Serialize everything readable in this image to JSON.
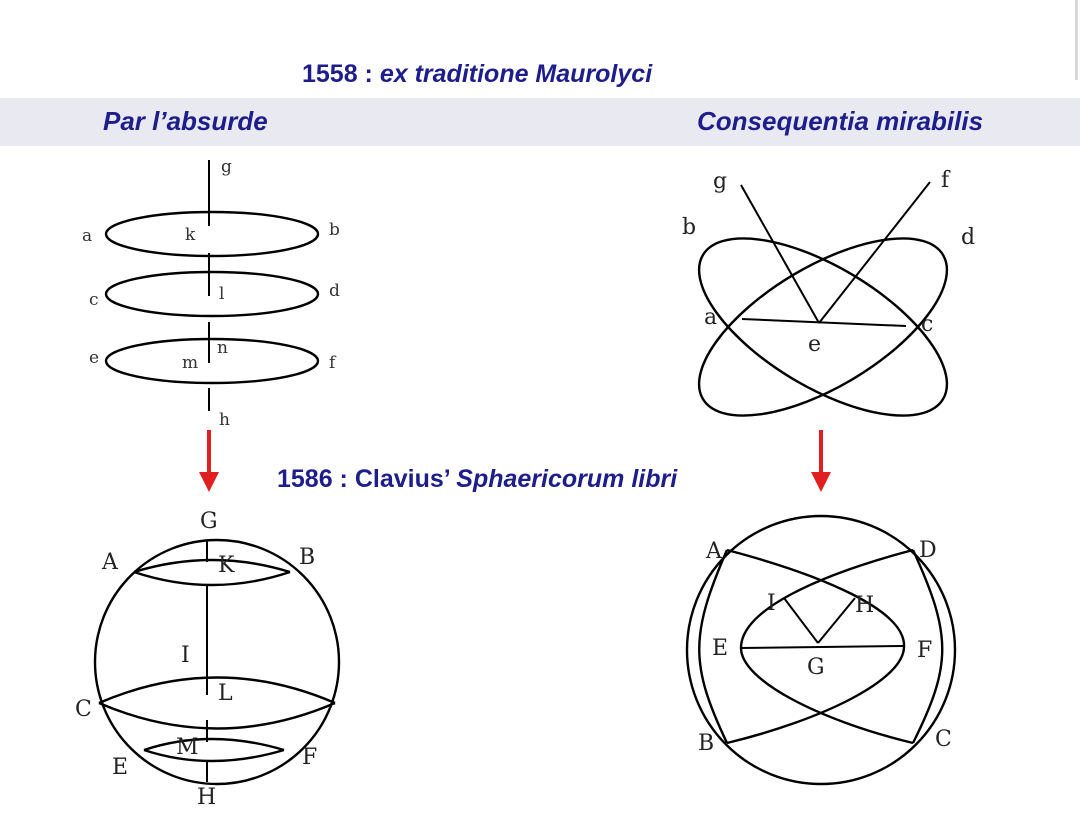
{
  "title": {
    "year": "1558 :",
    "text": "ex traditione Maurolyci"
  },
  "left_heading": "Par l’absurde",
  "right_heading": "Consequentia mirabilis",
  "mid_heading": {
    "prefix": "1586 : Clavius’",
    "italic": "Sphaericorum libri"
  },
  "fig_top_left_labels": {
    "g": "g",
    "a": "a",
    "k": "k",
    "b": "b",
    "c": "c",
    "l": "l",
    "d": "d",
    "e": "e",
    "m": "m",
    "n": "n",
    "f": "f",
    "h": "h"
  },
  "fig_top_right_labels": {
    "g": "g",
    "f": "f",
    "b": "b",
    "d": "d",
    "a": "a",
    "e": "e",
    "c": "c"
  },
  "fig_bottom_left_labels": {
    "G": "G",
    "A": "A",
    "K": "K",
    "B": "B",
    "I": "I",
    "C": "C",
    "L": "L",
    "M": "M",
    "E": "E",
    "F": "F",
    "H": "H"
  },
  "fig_bottom_right_labels": {
    "A": "A",
    "D": "D",
    "I": "I",
    "H": "H",
    "E": "E",
    "F": "F",
    "G": "G",
    "B": "B",
    "C": "C"
  },
  "colors": {
    "heading": "#1d1d8c",
    "band": "#e9eaf1",
    "arrow": "#e02020"
  },
  "icons": [
    "arrow-down-icon",
    "arrow-down-icon"
  ]
}
